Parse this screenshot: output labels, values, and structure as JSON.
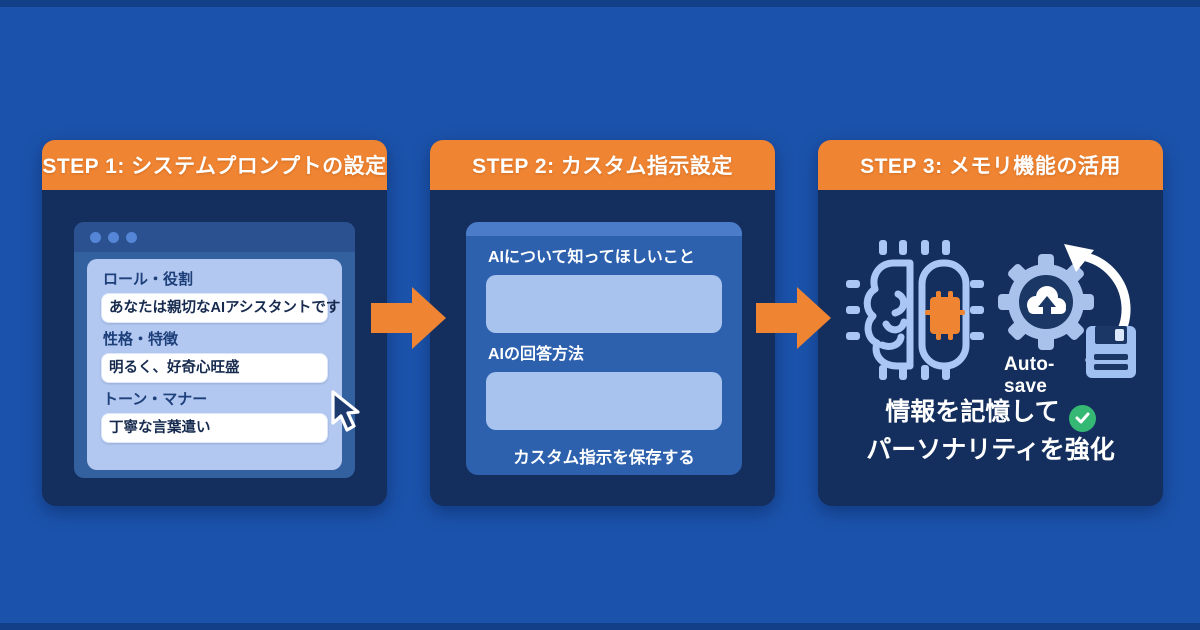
{
  "steps": [
    {
      "id": "step1",
      "title": "STEP 1: システムプロンプトの設定",
      "window": {
        "fields": [
          {
            "label": "ロール・役割",
            "value": "あなたは親切なAIアシスタントです"
          },
          {
            "label": "性格・特徴",
            "value": "明るく、好奇心旺盛"
          },
          {
            "label": "トーン・マナー",
            "value": "丁寧な言葉遣い"
          }
        ]
      }
    },
    {
      "id": "step2",
      "title": "STEP 2: カスタム指示設定",
      "form": {
        "fields": [
          {
            "label": "AIについて知ってほしいこと",
            "value": ""
          },
          {
            "label": "AIの回答方法",
            "value": ""
          }
        ],
        "save_button": "カスタム指示を保存する"
      }
    },
    {
      "id": "step3",
      "title": "STEP 3: メモリ機能の活用",
      "icons": [
        "brain-chip-icon",
        "gear-cloud-sync-icon",
        "floppy-disk-icon",
        "check-icon"
      ],
      "auto_save_label": "Auto-save",
      "caption": {
        "line1": "情報を記憶して",
        "line2": "パーソナリティを強化"
      }
    }
  ],
  "colors": {
    "background": "#1b53ac",
    "card_navy": "#142f5d",
    "accent_orange": "#ef8432",
    "light_panel": "#b3c8f0",
    "mid_blue_panel": "#2d61ae",
    "icon_light_blue": "#a9c6f4",
    "success_green": "#34b873"
  }
}
